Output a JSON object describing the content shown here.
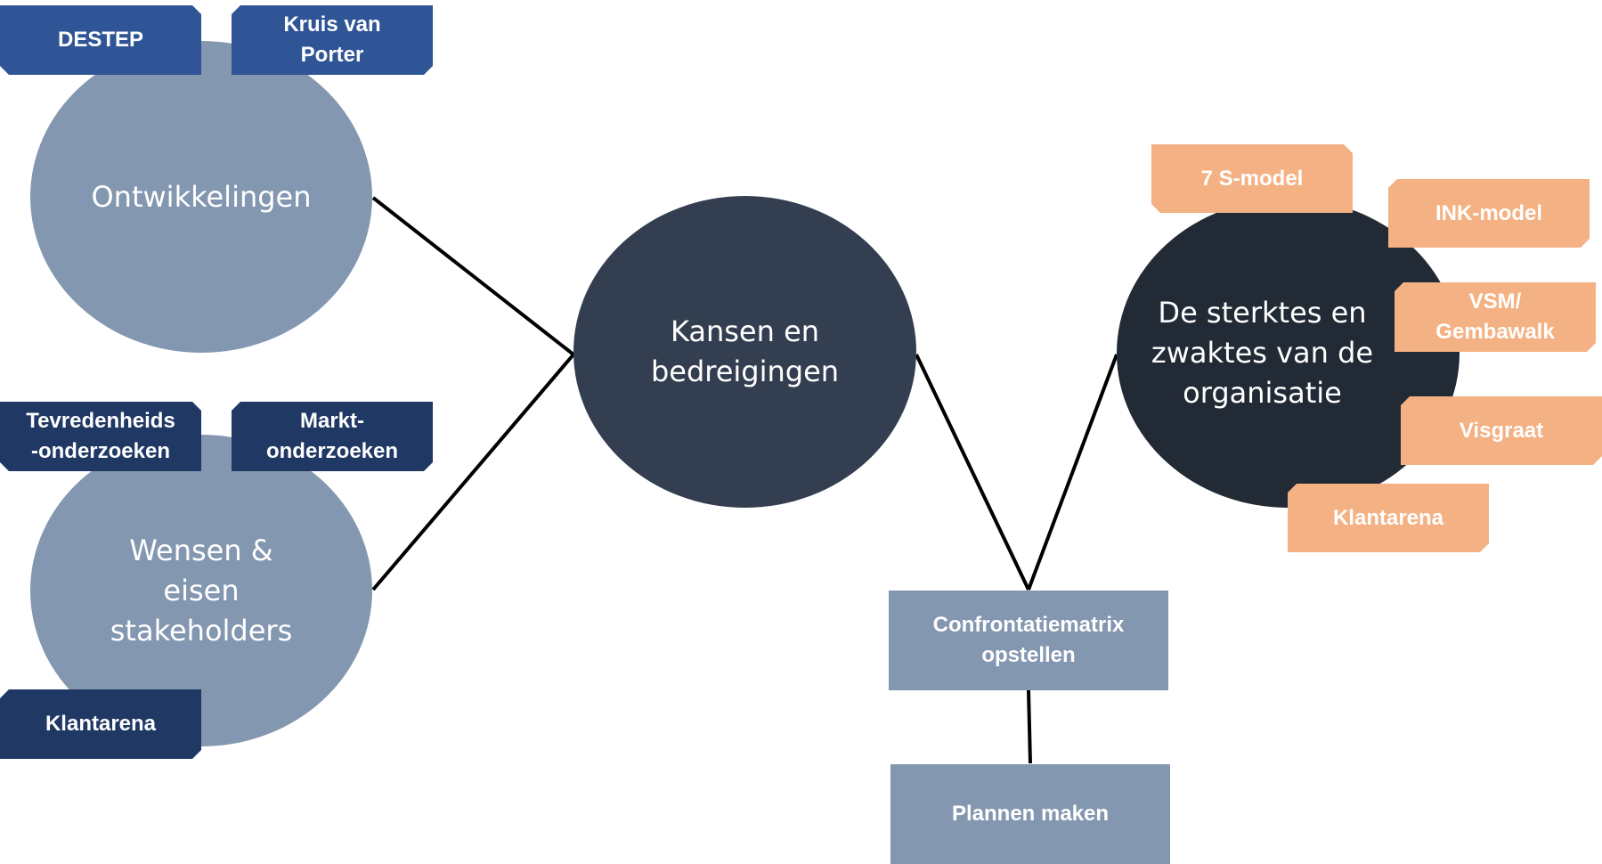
{
  "nodes": {
    "ontwikkelingen": "Ontwikkelingen",
    "wensen": "Wensen &\neisen\nstakeholders",
    "kansen": "Kansen en\nbedreigingen",
    "sterktes": "De sterktes en\nzwaktes van de\norganisatie",
    "confrontatie": "Confrontatiematrix\nopstellen",
    "plannen": "Plannen maken"
  },
  "tags": {
    "destep": "DESTEP",
    "porter": "Kruis van\nPorter",
    "tevredenheid": "Tevredenheids\n-onderzoeken",
    "markt": "Markt-\nonderzoeken",
    "klantarena_left": "Klantarena",
    "zevens": "7 S-model",
    "ink": "INK-model",
    "vsm": "VSM/\nGembawalk",
    "visgraat": "Visgraat",
    "klantarena_right": "Klantarena"
  },
  "colors": {
    "light_ellipse": "#8497b0",
    "kansen_ellipse": "#333f50",
    "sterktes_ellipse": "#222a35",
    "tag_blue": "#2f5597",
    "tag_navy": "#203864",
    "tag_peach": "#f4b183",
    "box": "#8497b0",
    "line": "#000000"
  }
}
